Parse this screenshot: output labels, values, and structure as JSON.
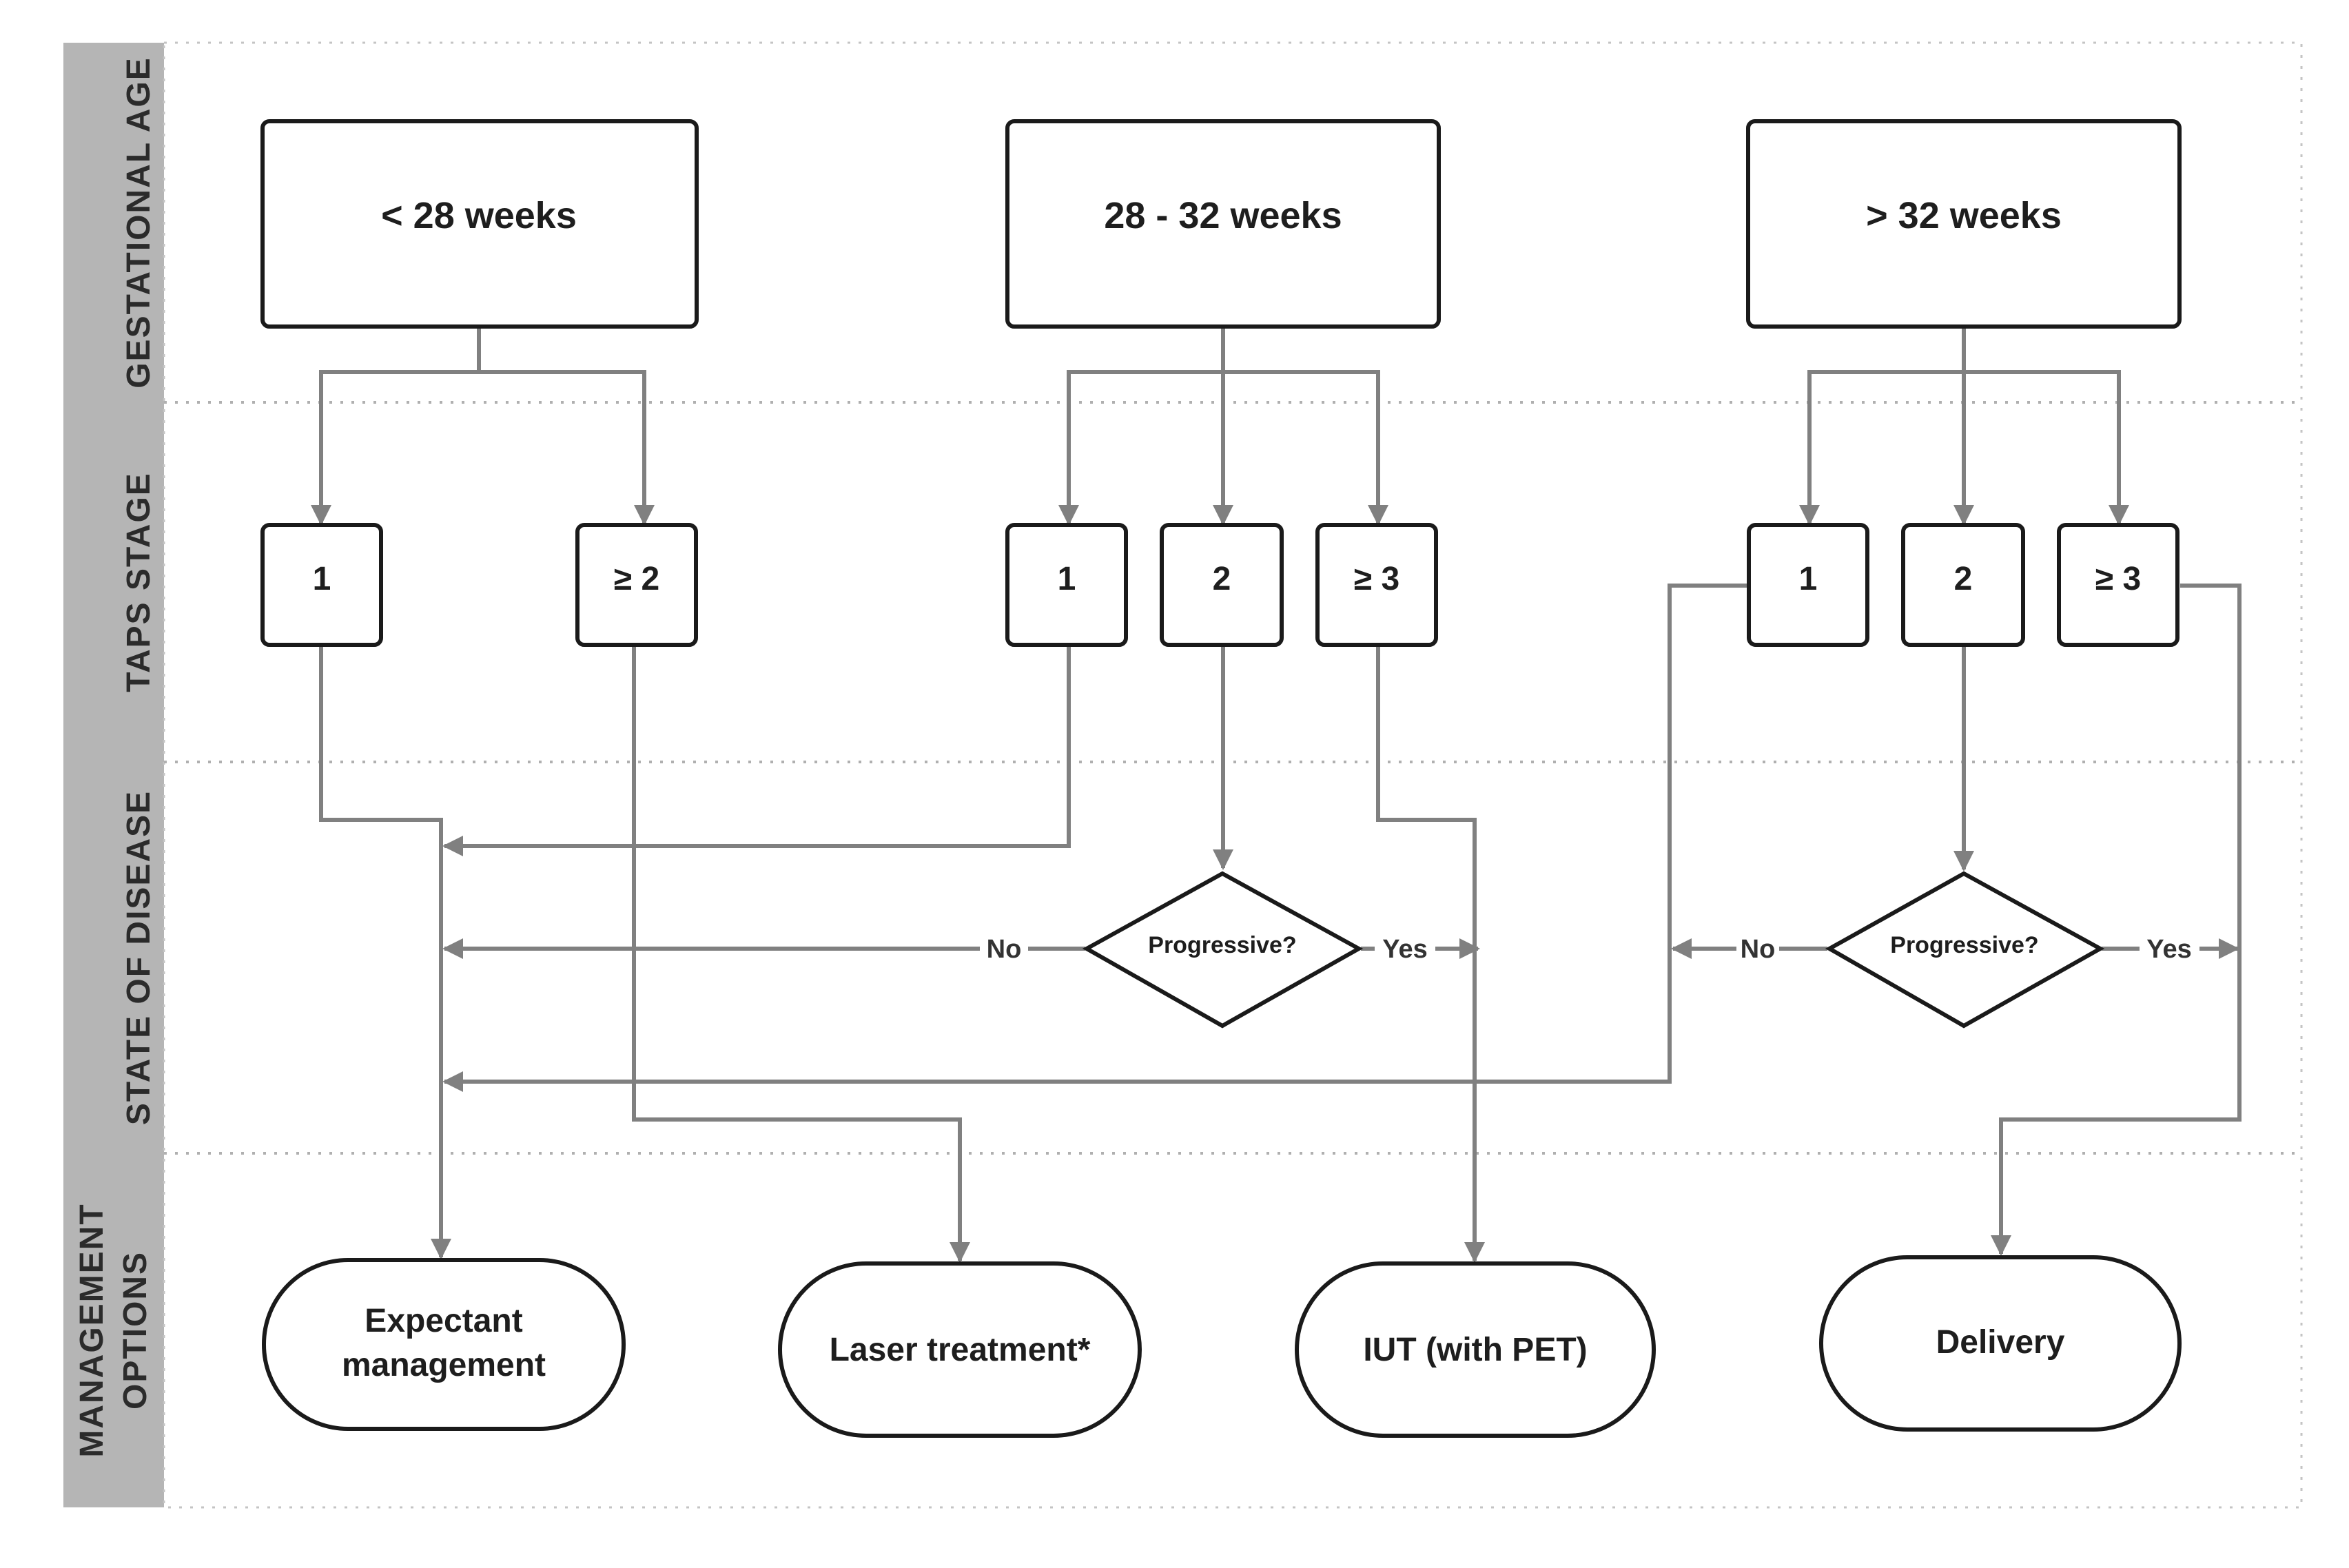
{
  "bands": {
    "gestational_age": "GESTATIONAL AGE",
    "taps_stage": "TAPS STAGE",
    "state_of_disease": "STATE OF DISEASE",
    "management_line1": "MANAGEMENT",
    "management_line2": "OPTIONS"
  },
  "gestation": {
    "lt28": "< 28 weeks",
    "w28_32": "28 - 32 weeks",
    "gt32": "> 32 weeks"
  },
  "stages": {
    "lt28": [
      "1",
      "≥ 2"
    ],
    "w28_32": [
      "1",
      "2",
      "≥ 3"
    ],
    "gt32": [
      "1",
      "2",
      "≥ 3"
    ]
  },
  "decisions": {
    "mid": {
      "question": "Progressive?",
      "no": "No",
      "yes": "Yes"
    },
    "right": {
      "question": "Progressive?",
      "no": "No",
      "yes": "Yes"
    }
  },
  "outcomes": {
    "expectant_line1": "Expectant",
    "expectant_line2": "management",
    "laser": "Laser treatment*",
    "iut": "IUT (with PET)",
    "delivery": "Delivery"
  },
  "colors": {
    "band_fill": "#b5b5b5",
    "node_stroke": "#1a1a1a",
    "edge": "#808080"
  }
}
